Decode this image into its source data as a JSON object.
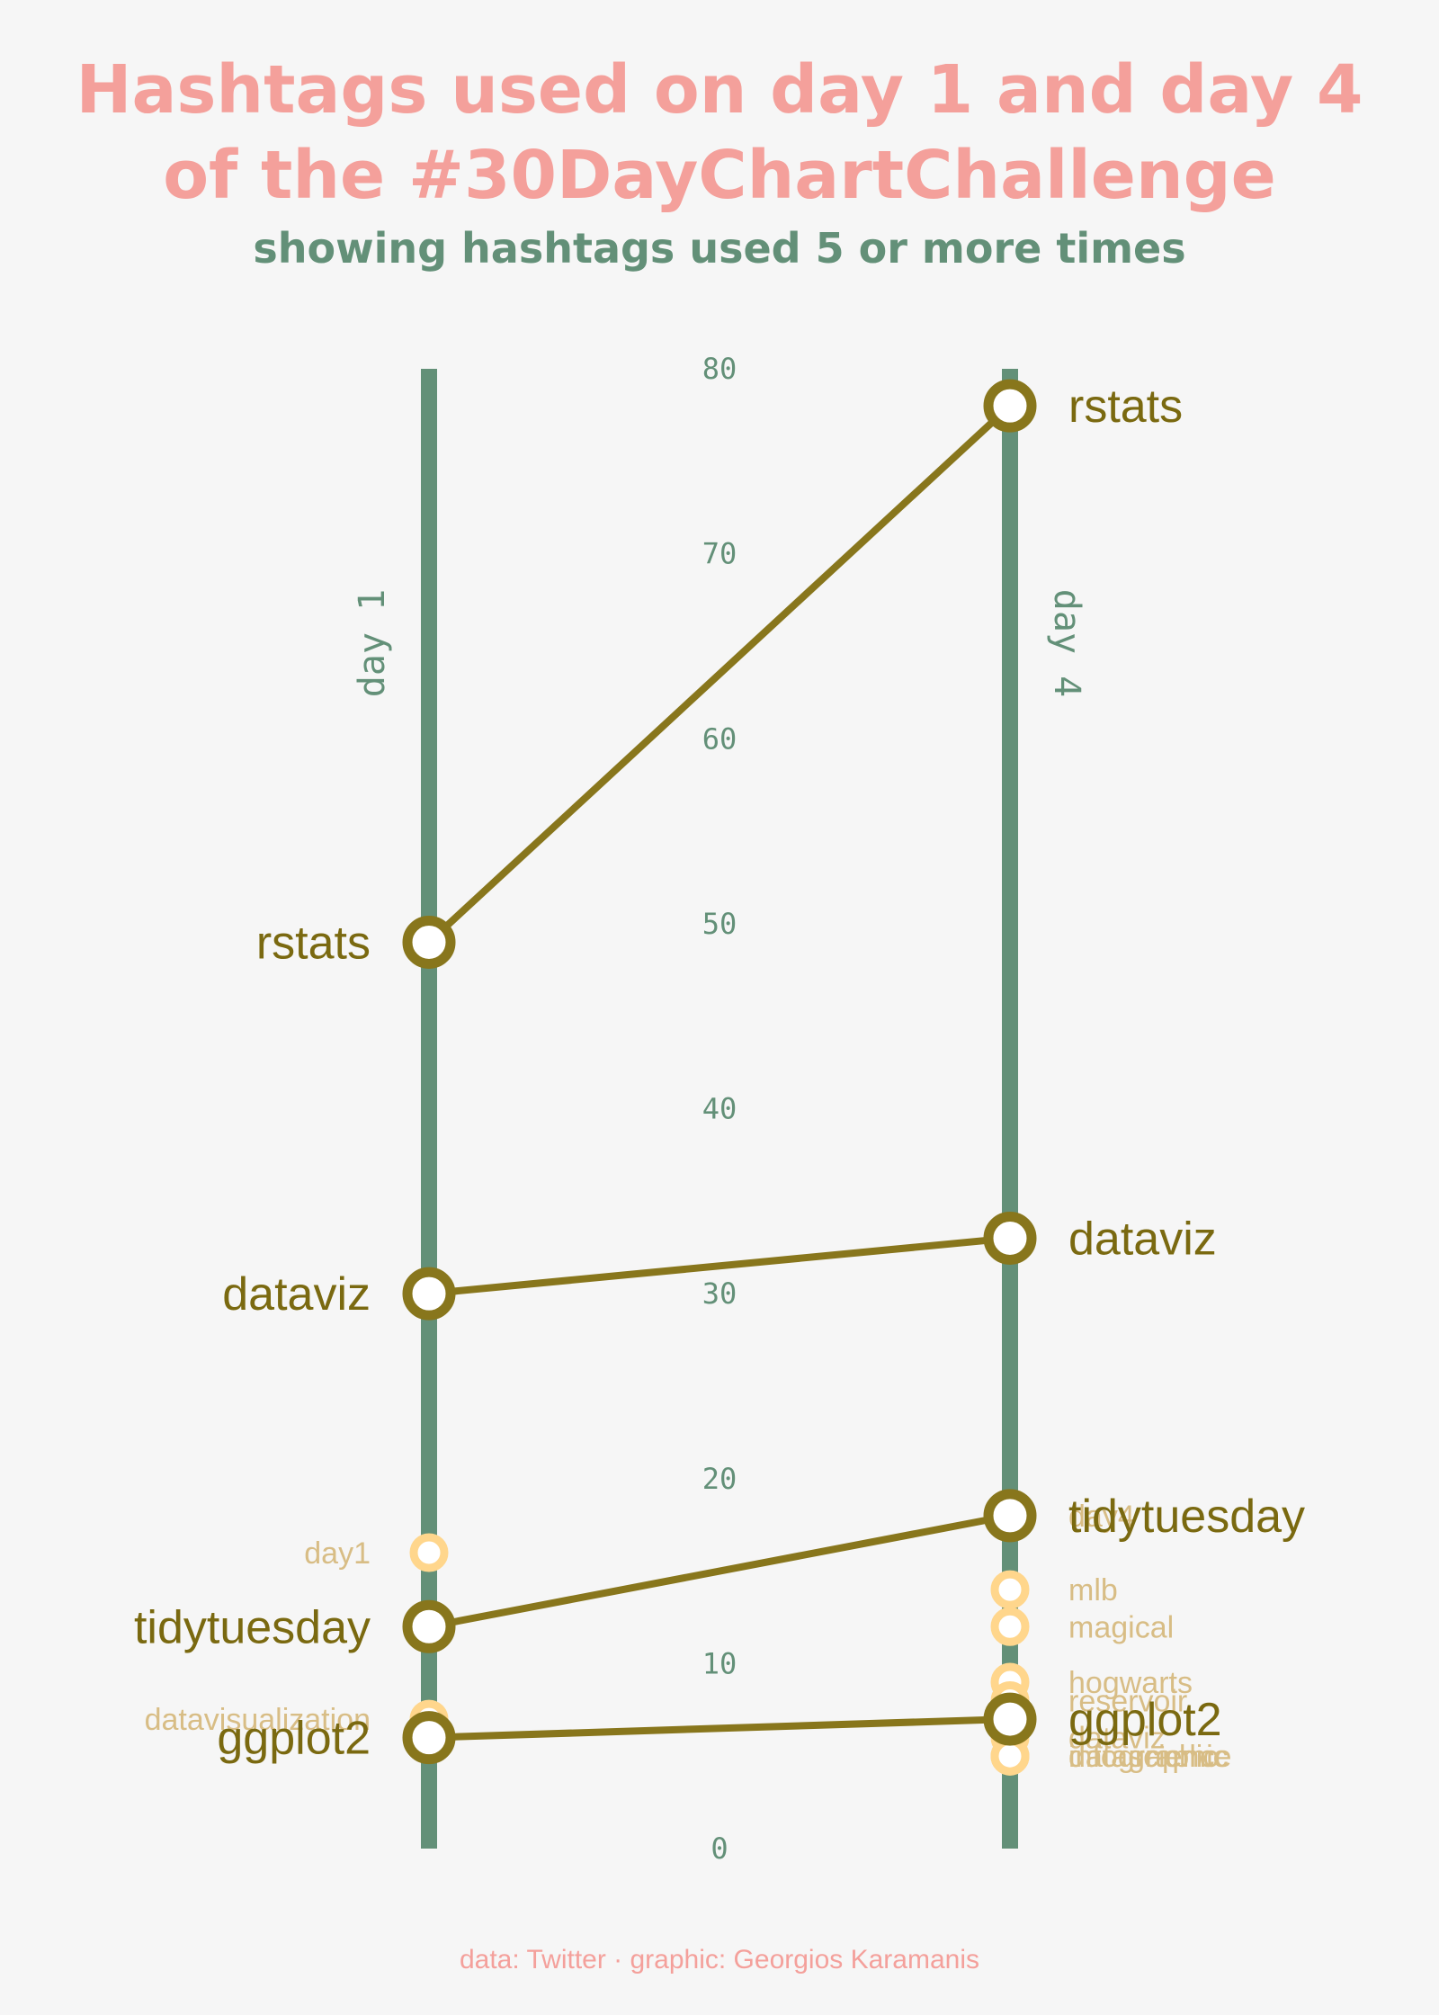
{
  "colors": {
    "background": "#f6f6f6",
    "title": "#f4a09b",
    "subtitle": "#639078",
    "axis": "#639078",
    "major": "#88761c",
    "major_label": "#7a6910",
    "minor": "#ffd68c",
    "minor_label": "#d8bd85",
    "caption": "#f4a09b",
    "point_fill": "#ffffff"
  },
  "caption": "data: Twitter · graphic: Georgios Karamanis",
  "chart_data": {
    "type": "slope",
    "title": "Hashtags used on day 1 and day 4\nof the #30DayChartChallenge",
    "subtitle": "showing hashtags used 5 or more times",
    "x_labels": [
      "day 1",
      "day 4"
    ],
    "ylim": [
      0,
      80
    ],
    "y_ticks": [
      0,
      10,
      20,
      30,
      40,
      50,
      60,
      70,
      80
    ],
    "grid": false,
    "legend": "none",
    "major_series": [
      {
        "name": "rstats",
        "day1": 49,
        "day4": 78
      },
      {
        "name": "dataviz",
        "day1": 30,
        "day4": 33
      },
      {
        "name": "tidytuesday",
        "day1": 12,
        "day4": 18
      },
      {
        "name": "ggplot2",
        "day1": 6,
        "day4": 7
      }
    ],
    "minor_points": [
      {
        "name": "day1",
        "day": "day 1",
        "value": 16
      },
      {
        "name": "datavisualization",
        "day": "day 1",
        "value": 7
      },
      {
        "name": "day4",
        "day": "day 4",
        "value": 18
      },
      {
        "name": "mlb",
        "day": "day 4",
        "value": 14
      },
      {
        "name": "magical",
        "day": "day 4",
        "value": 12
      },
      {
        "name": "hogwarts",
        "day": "day 4",
        "value": 9
      },
      {
        "name": "reservoir",
        "day": "day 4",
        "value": 8
      },
      {
        "name": "dataviz",
        "day": "day 4",
        "value": 6
      },
      {
        "name": "infographic",
        "day": "day 4",
        "value": 5
      },
      {
        "name": "datascience",
        "day": "day 4",
        "value": 5
      },
      {
        "name": "datagraphic",
        "day": "day 4",
        "value": 5
      }
    ]
  }
}
